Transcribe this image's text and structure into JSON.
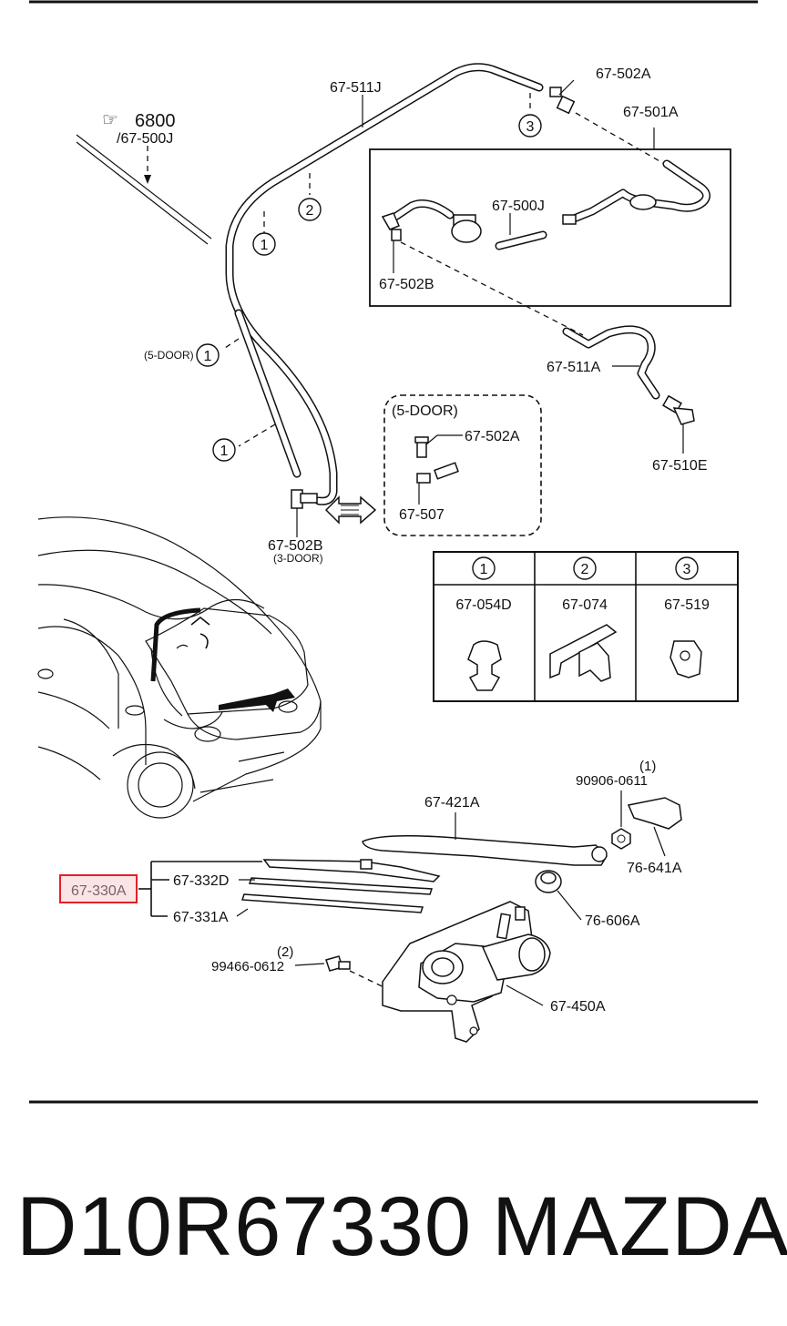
{
  "labels": {
    "p67_511J": "67-511J",
    "p67_502A_top": "67-502A",
    "p67_501A": "67-501A",
    "p6800": "6800",
    "p67_500J_ref": "/67-500J",
    "p67_500J": "67-500J",
    "p67_502B_top": "67-502B",
    "p67_511A": "67-511A",
    "p67_510E": "67-510E",
    "five_door_1": "(5-DOOR)",
    "five_door_box": "(5-DOOR)",
    "p67_502A_box": "67-502A",
    "p67_507": "67-507",
    "p67_502B_bottom": "67-502B",
    "three_door": "(3-DOOR)",
    "p67_421A": "67-421A",
    "p90906_0611": "90906-0611",
    "qty_1": "(1)",
    "p76_641A": "76-641A",
    "p67_330A": "67-330A",
    "p67_332D": "67-332D",
    "p67_331A": "67-331A",
    "p76_606A": "76-606A",
    "p99466_0612": "99466-0612",
    "qty_2": "(2)",
    "p67_450A": "67-450A"
  },
  "callouts": {
    "c1": "1",
    "c2": "2",
    "c3": "3"
  },
  "legend": {
    "headers": [
      "1",
      "2",
      "3"
    ],
    "parts": [
      "67-054D",
      "67-074",
      "67-519"
    ]
  },
  "footer": {
    "code": "D10R67330",
    "brand": "MAZDA"
  },
  "highlight_color": "#e0202a"
}
